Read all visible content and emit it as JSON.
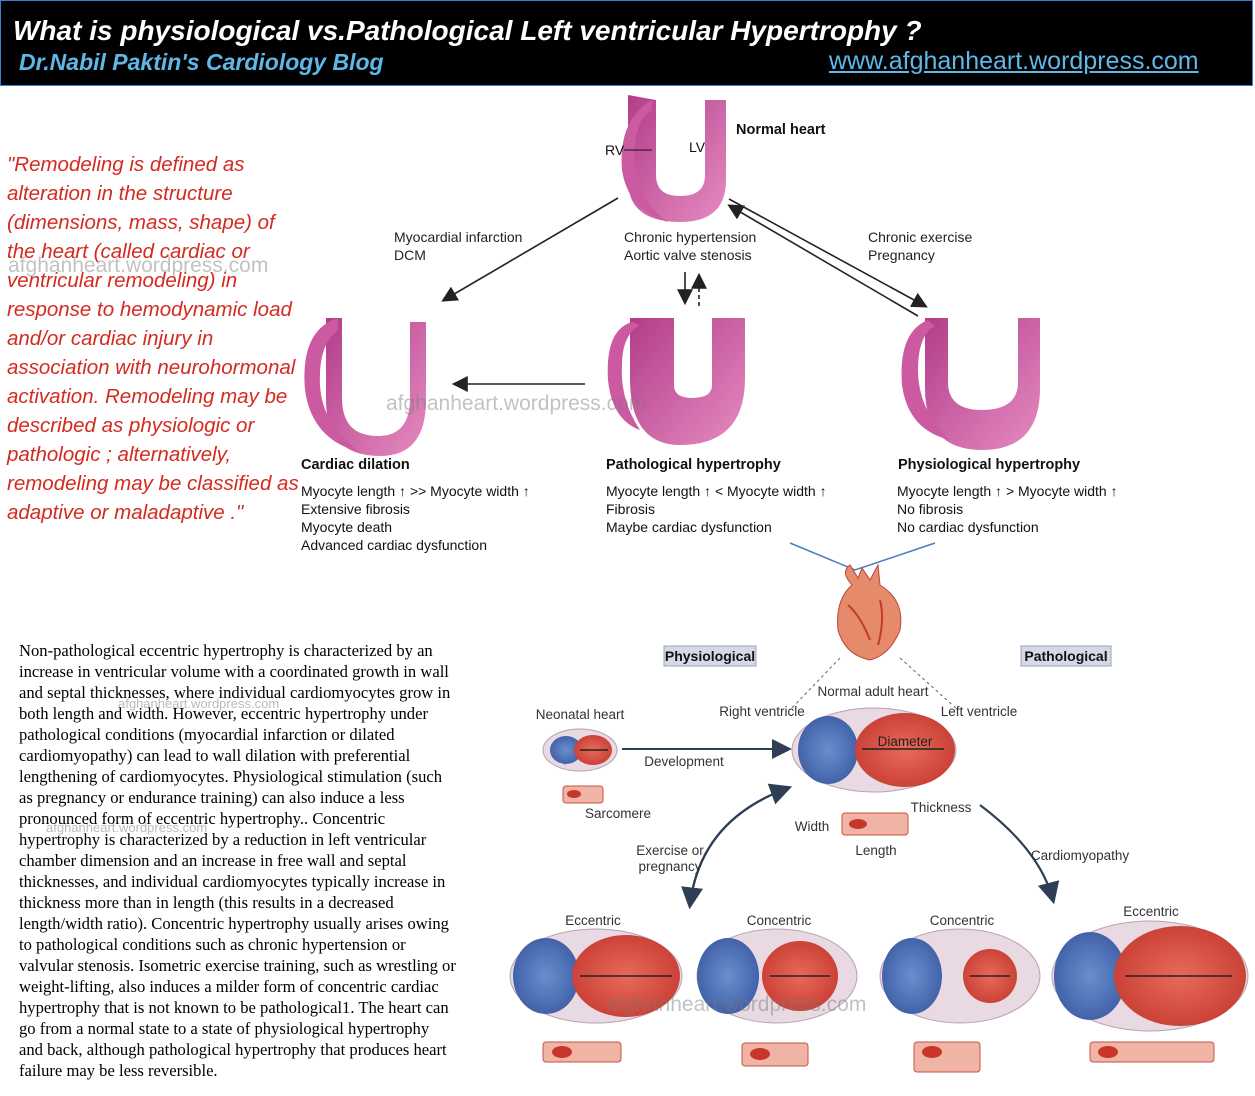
{
  "header": {
    "title": "What is physiological vs.Pathological Left ventricular Hypertrophy ?",
    "subtitle": "Dr.Nabil Paktin's Cardiology Blog",
    "url": "www.afghanheart.wordpress.com"
  },
  "quote": "\"Remodeling is defined as alteration in the structure (dimensions, mass, shape) of the heart (called cardiac or ventricular remodeling) in response to hemodynamic load and/or cardiac injury in association with neurohormonal activation. Remodeling may be described as physiologic or pathologic ; alternatively, remodeling may be classified as adaptive or maladaptive .\"",
  "watermark": "afghanheart.wordpress.com",
  "body_lines": [
    " Non-pathological eccentric hypertrophy is characterized by an",
    "increase in ventricular volume with a coordinated growth in wall",
    "and septal thicknesses, where individual cardiomyocytes grow in",
    "both length and width. However, eccentric hypertrophy under",
    "pathological conditions (myocardial infarction or dilated",
    "cardiomyopathy) can lead to wall dilation with preferential",
    "lengthening of cardiomyocytes. Physiological stimulation (such",
    "as pregnancy or endurance training) can also induce a less",
    "pronounced form of eccentric hypertrophy.. Concentric",
    "hypertrophy is characterized by a reduction in left ventricular",
    "chamber dimension and an increase in free wall and septal",
    "thicknesses, and individual cardiomyocytes typically increase in",
    "thickness more than in length (this results in a decreased",
    "length/width ratio). Concentric hypertrophy usually arises owing",
    "to pathological conditions such as chronic hypertension or",
    "valvular stenosis. Isometric exercise training, such as wrestling or",
    "weight-lifting, also induces a milder form of concentric cardiac",
    "hypertrophy that is not known to be pathological1. The heart can",
    "go from a normal state to a state of physiological hypertrophy",
    "and back, although pathological hypertrophy that produces heart",
    "failure may be less reversible."
  ],
  "top_diagram": {
    "normal": {
      "title": "Normal heart",
      "rv": "RV",
      "lv": "LV"
    },
    "left_arrow": [
      "Myocardial infarction",
      "DCM"
    ],
    "middle_arrow": [
      "Chronic hypertension",
      "Aortic valve stenosis"
    ],
    "right_arrow": [
      "Chronic exercise",
      "Pregnancy"
    ],
    "panels": [
      {
        "title": "Cardiac dilation",
        "lines": [
          "Myocyte length ↑  >> Myocyte width ↑",
          "Extensive fibrosis",
          "Myocyte death",
          "Advanced cardiac dysfunction"
        ]
      },
      {
        "title": "Pathological hypertrophy",
        "lines": [
          "Myocyte length ↑  < Myocyte width ↑",
          "Fibrosis",
          "Maybe cardiac dysfunction"
        ]
      },
      {
        "title": "Physiological hypertrophy",
        "lines": [
          "Myocyte length ↑  > Myocyte width ↑",
          "No fibrosis",
          "No cardiac dysfunction"
        ]
      }
    ]
  },
  "bottom_diagram": {
    "physiological": "Physiological",
    "pathological": "Pathological",
    "normal_adult": "Normal adult heart",
    "neonatal": "Neonatal heart",
    "right_ventricle": "Right ventricle",
    "left_ventricle": "Left ventricle",
    "diameter": "Diameter",
    "thickness": "Thickness",
    "development": "Development",
    "sarcomere": "Sarcomere",
    "width": "Width",
    "length": "Length",
    "exercise": [
      "Exercise or",
      "pregnancy"
    ],
    "cardiomyopathy": "Cardiomyopathy",
    "eccentric": "Eccentric",
    "concentric": "Concentric"
  },
  "colors": {
    "header_bg": "#000000",
    "title": "#ffffff",
    "accent": "#5eb8e8",
    "quote": "#d42a20",
    "heart": "#c2428f",
    "lv_red": "#d9473b",
    "rv_blue": "#4a6fb5"
  }
}
